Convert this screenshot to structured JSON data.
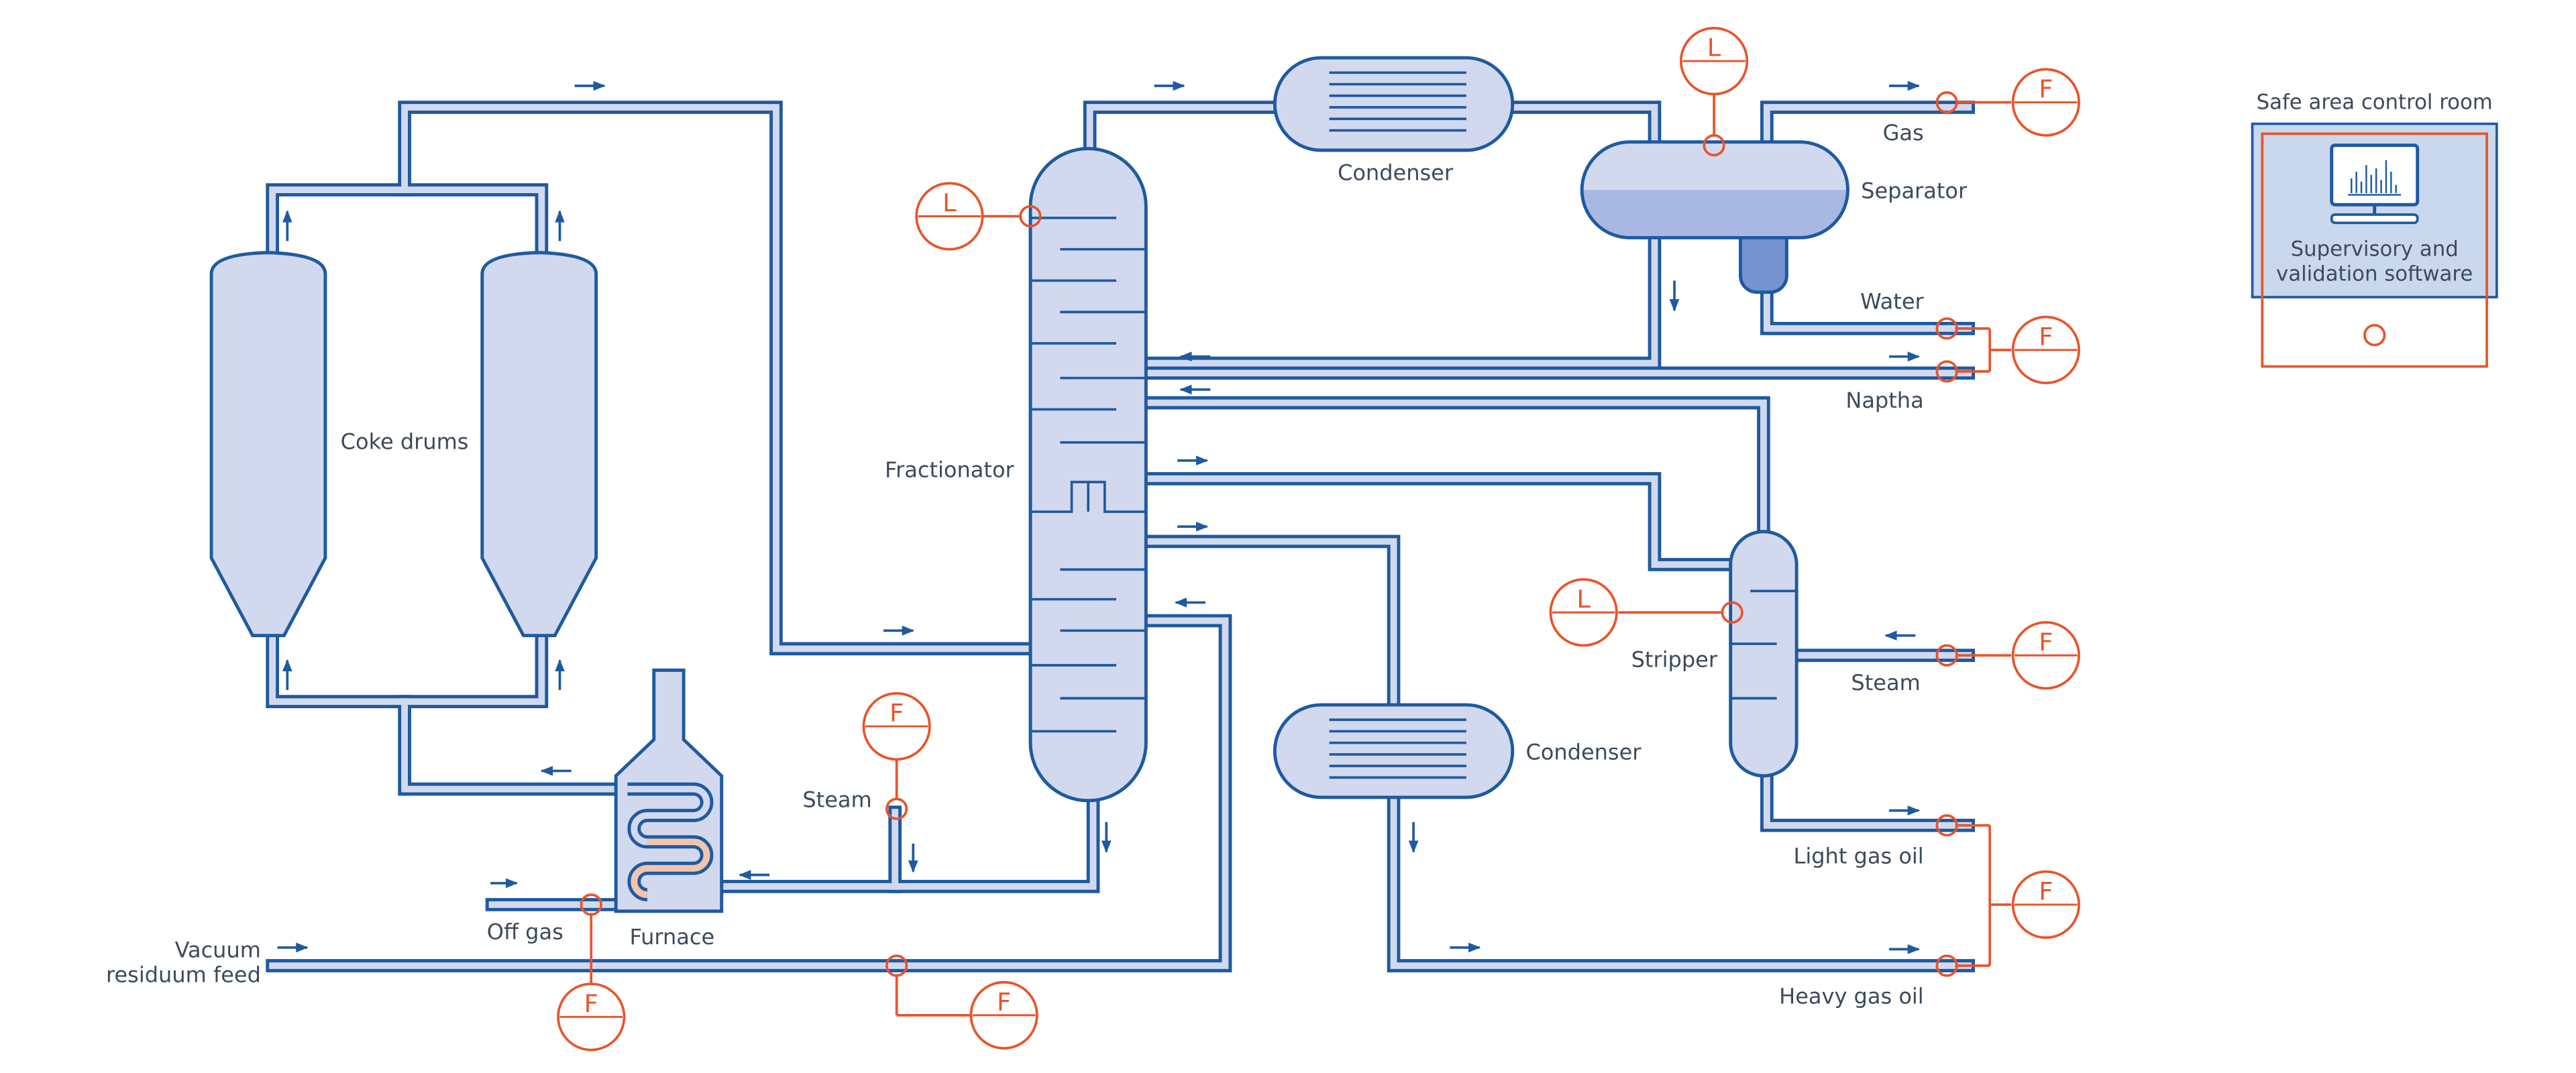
{
  "colors": {
    "pipe": "#1f5aa0",
    "pipe_fill": "#d2d9ef",
    "vessel_fill": "#d2d9ef",
    "liquid_light": "#a8b8e3",
    "liquid_dark": "#7593d0",
    "instrument": "#e8542a",
    "control_room_fill": "#c9d8ec",
    "text": "#3c4a5c"
  },
  "labels": {
    "coke_drums": "Coke drums",
    "fractionator": "Fractionator",
    "condenser_top": "Condenser",
    "condenser_bottom": "Condenser",
    "separator": "Separator",
    "stripper": "Stripper",
    "furnace": "Furnace",
    "gas": "Gas",
    "water": "Water",
    "naptha": "Naptha",
    "steam_stripper": "Steam",
    "steam_furnace": "Steam",
    "light_gas_oil": "Light gas oil",
    "heavy_gas_oil": "Heavy gas oil",
    "off_gas": "Off gas",
    "feed_line1": "Vacuum",
    "feed_line2": "residuum feed",
    "control_room_title": "Safe area control room",
    "software_line1": "Supervisory and",
    "software_line2": "validation software"
  },
  "instruments": {
    "fractionator_level": "L",
    "separator_level": "L",
    "stripper_level": "L",
    "gas_flow": "F",
    "water_naptha_flow": "F",
    "steam_flow": "F",
    "gas_oil_flow": "F",
    "furnace_steam_flow": "F",
    "off_gas_flow": "F",
    "feed_flow": "F"
  },
  "icons": {
    "monitor": "monitor-chart-icon",
    "flow_arrow": "flow-arrow-icon"
  }
}
